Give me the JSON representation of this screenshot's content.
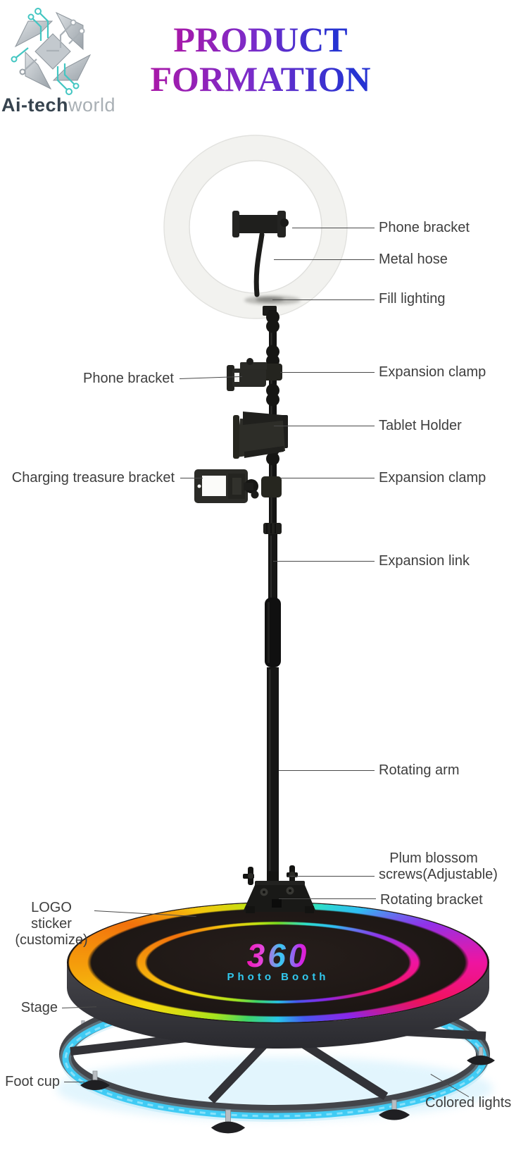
{
  "header": {
    "brand_bold": "Ai-tech",
    "brand_light": "world",
    "title_line1": "PRODUCT",
    "title_line2": "FORMATION"
  },
  "platform_logo": {
    "number": "360",
    "caption": "Photo Booth"
  },
  "labels": {
    "phone_bracket_top": "Phone bracket",
    "metal_hose": "Metal hose",
    "fill_lighting": "Fill lighting",
    "expansion_clamp_top": "Expansion clamp",
    "phone_bracket_left": "Phone bracket",
    "tablet_holder": "Tablet Holder",
    "charging_treasure_bracket": "Charging treasure bracket",
    "expansion_clamp_bottom": "Expansion clamp",
    "expansion_link": "Expansion link",
    "rotating_arm": "Rotating arm",
    "plum_blossom_line1": "Plum blossom",
    "plum_blossom_line2": "screws(Adjustable)",
    "rotating_bracket": "Rotating bracket",
    "logo_sticker_line1": "LOGO sticker",
    "logo_sticker_line2": "(customize)",
    "stage": "Stage",
    "foot_cup": "Foot cup",
    "colored_lights": "Colored lights"
  },
  "colors": {
    "title_gradient_start": "#a818a8",
    "title_gradient_end": "#2633d2",
    "led_strip": "#3fcbf4",
    "logo_pink": "#f016b6",
    "logo_cyan": "#38c9f2",
    "label_text": "#3e3e3e"
  }
}
